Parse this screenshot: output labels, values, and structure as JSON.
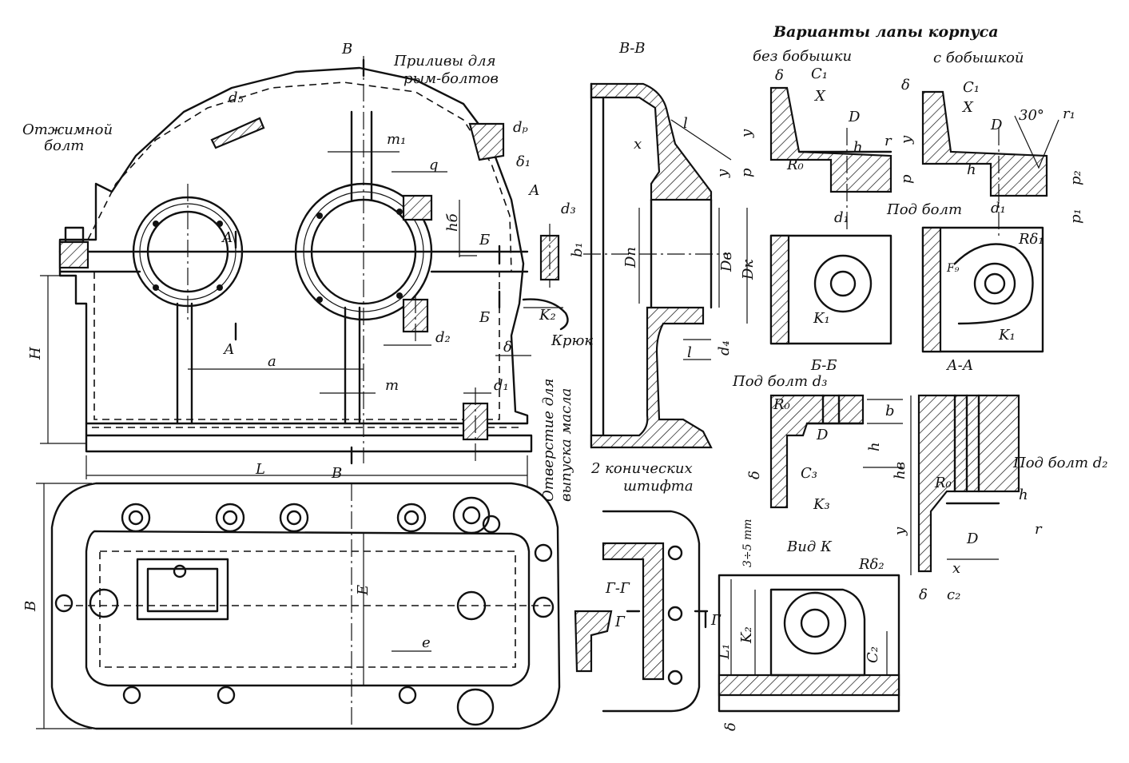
{
  "callouts": {
    "ottzhimnoy": "Отжимной",
    "bolt": "болт",
    "prilivy1": "Приливы для",
    "prilivy2": "рым-болтов",
    "kryuk": "Крюк",
    "otverstie1": "Отверстие для",
    "otverstie2": "выпуска масла",
    "shtift1": "2 конических",
    "shtift2": "штифта",
    "variants_title": "Варианты лапы корпуса",
    "bez_bobyshki": "без бобышки",
    "s_bobyshkoy": "с бобышкой",
    "pod_bolt": "Под болт",
    "pod_bolt_d3": "Под болт d₃",
    "pod_bolt_d2": "Под болт d₂",
    "vid_k": "Вид К",
    "mm35": "3÷5 mm"
  },
  "sections": {
    "vv": "В-В",
    "bb": "Б-Б",
    "aa": "А-А",
    "gg": "Г-Г"
  },
  "dims": {
    "B": "В",
    "A": "А",
    "Bb": "Б",
    "G": "Г",
    "d5": "d₅",
    "m1": "m₁",
    "q": "q",
    "dp": "dₚ",
    "delta1": "δ₁",
    "d3": "d₃",
    "hb": "hб",
    "b1": "b₁",
    "K2": "K₂",
    "d2": "d₂",
    "a": "a",
    "m": "m",
    "d1": "d₁",
    "delta": "δ",
    "H": "H",
    "L": "L",
    "E": "E",
    "e": "e",
    "x": "x",
    "l": "l",
    "y": "y",
    "Dp": "Dп",
    "Dv": "Dв",
    "Dk": "Dк",
    "d4": "d₄",
    "C1": "C₁",
    "X": "X",
    "D": "D",
    "r": "r",
    "h": "h",
    "R0": "R₀",
    "p": "p",
    "d1b": "d₁",
    "K1": "K₁",
    "deg30": "30°",
    "r1": "r₁",
    "p2": "p₂",
    "p1": "p₁",
    "Rb1": "Rδ₁",
    "F9": "F₉",
    "b": "b",
    "C3": "C₃",
    "K3": "K₃",
    "hv": "hв",
    "c2": "c₂",
    "Rb2": "Rδ₂",
    "L1": "L₁",
    "C2": "C₂"
  }
}
